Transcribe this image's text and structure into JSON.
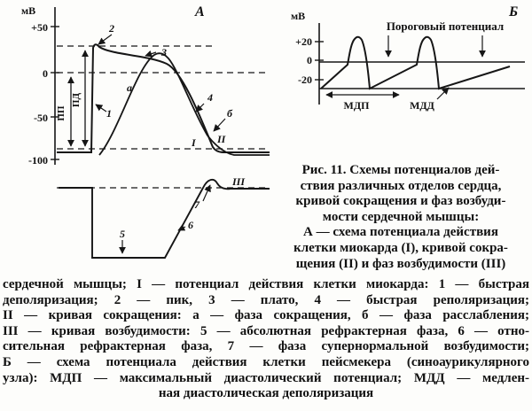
{
  "colors": {
    "ink": "#161616",
    "paper": "#fdfdfb"
  },
  "panel_a": {
    "corner_label": "А",
    "axis_unit": "мВ",
    "tick_plus50": "+50",
    "tick_zero": "0",
    "tick_minus50": "-50",
    "tick_minus100": "-100",
    "label_pp": "ПП",
    "label_pd": "ПД",
    "label_1": "1",
    "label_2": "2",
    "label_3": "3",
    "label_4": "4",
    "label_a": "а",
    "label_b": "б",
    "label_curve1": "I",
    "label_curve2": "II",
    "label_5": "5",
    "label_6": "6",
    "label_7": "7",
    "label_curve3": "III"
  },
  "panel_b": {
    "corner_label": "Б",
    "axis_unit": "мВ",
    "tick_plus20": "+20",
    "tick_zero": "0",
    "tick_minus20": "-20",
    "threshold_label": "Пороговый потенциал",
    "label_mdp": "МДП",
    "label_mdd": "МДД"
  },
  "caption": {
    "lines": [
      "Рис. 11. Схемы потенциалов дей-",
      "ствия различных отделов сердца,",
      "кривой сокращения и фаз возбуди-",
      "мости сердечной мышцы:",
      "А — схема потенциала действия",
      "клетки миокарда (I), кривой сокра-",
      "щения (II) и фаз возбудимости (III)"
    ]
  },
  "body_text": {
    "lines": [
      "сердечной мышцы; I — потенциал действия клетки миокарда: 1 — быстрая",
      "деполяризация; 2 — пик, 3 — плато, 4 — быстрая реполяризация;",
      "II — кривая сокращения: а — фаза сокращения, б — фаза расслабления;",
      "III — кривая возбудимости: 5 — абсолютная рефрактерная фаза, 6 — отно-",
      "сительная рефрактерная фаза, 7 — фаза супернормальной возбудимости;",
      "Б — схема потенциала действия клетки пейсмекера (синоаурикулярного",
      "узла): МДП — максимальный диастолический потенциал; МДД — медлен-",
      "ная диастолическая деполяризация"
    ]
  }
}
